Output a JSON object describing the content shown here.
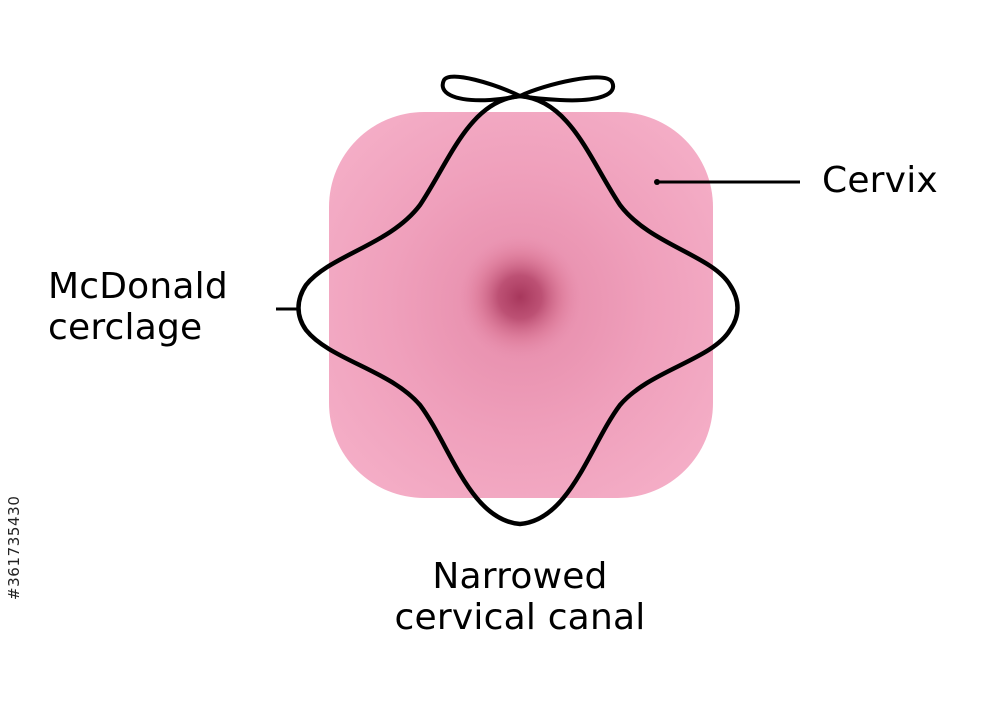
{
  "labels": {
    "cervix": "Cervix",
    "cerclage_line1": "McDonald",
    "cerclage_line2": "cerclage",
    "canal_line1": "Narrowed",
    "canal_line2": "cervical canal"
  },
  "stock_id": "#361735430",
  "colors": {
    "cervix_fill": "#f2a3bd",
    "cervix_center": "#e890ad",
    "canal_center": "#a83a5e",
    "suture_stroke": "#000000",
    "background": "#ffffff"
  },
  "icons": {
    "cervix": "rounded-square-tissue",
    "suture": "four-lobed-loop-with-bow"
  }
}
